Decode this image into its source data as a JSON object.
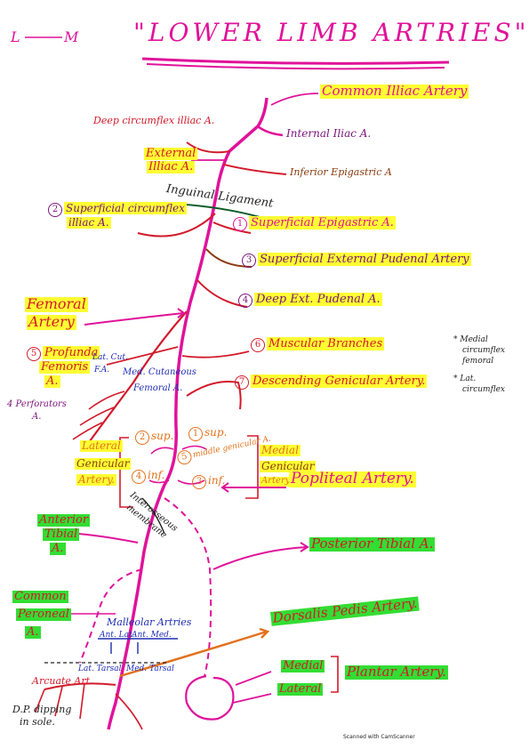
{
  "corner_mark": {
    "left": "L",
    "right": "M"
  },
  "title": "\"Lower Limb Artries\"",
  "labels": {
    "common_iliac": "Common Illiac Artery",
    "deep_circumflex": "Deep circumflex illiac A.",
    "internal_iliac": "Internal Iliac A.",
    "external_iliac_1": "External",
    "external_iliac_2": "Illiac A.",
    "inferior_epigastric": "Inferior Epigastric A",
    "inguinal_ligament": "Inguinal Ligament",
    "sup_circumflex_num": "2",
    "sup_circumflex_1": "Superficial circumflex",
    "sup_circumflex_2": "illiac A.",
    "sup_epigastric_num": "1",
    "sup_epigastric": "Superficial Epigastric A.",
    "sup_ext_pudendal_num": "3",
    "sup_ext_pudendal": "Superficial External Pudenal Artery",
    "femoral_1": "Femoral",
    "femoral_2": "Artery",
    "deep_ext_pudendal_num": "4",
    "deep_ext_pudendal": "Deep Ext. Pudenal A.",
    "profunda_num": "5",
    "profunda_1": "Profunda",
    "profunda_2": "Femoris",
    "profunda_3": "A.",
    "lat_cut": "Lat. Cut.",
    "fa": "F.A.",
    "med_cutaneous": "Med. Cutaneous",
    "femoral_a": "Femoral A.",
    "muscular_num": "6",
    "muscular": "Muscular Branches",
    "descending_num": "7",
    "descending": "Descending Genicular Artery.",
    "medial_circ_1": "* Medial",
    "medial_circ_2": "circumflex",
    "medial_circ_3": "femoral",
    "lat_circ_1": "* Lat.",
    "lat_circ_2": "circumflex",
    "perforators_1": "4 Perforators",
    "perforators_2": "A.",
    "lateral_gen_1": "Lateral",
    "lateral_gen_2": "Genicular",
    "lateral_gen_3": "Artery.",
    "sup_l_num": "2",
    "sup_l": "sup.",
    "sup_r_num": "1",
    "sup_r": "sup.",
    "inf_l_num": "4",
    "inf_l": "inf.",
    "inf_r_num": "3",
    "inf_r": "inf.",
    "middle_num": "5",
    "middle": "middle genicular A.",
    "medial_gen_1": "Medial",
    "medial_gen_2": "Genicular",
    "medial_gen_3": "Artery",
    "popliteal": "Popliteal Artery.",
    "interosseous_1": "Interosseous",
    "interosseous_2": "membrane",
    "ant_tibial_1": "Anterior",
    "ant_tibial_2": "Tibial",
    "ant_tibial_3": "A.",
    "post_tibial": "Posterior Tibial A.",
    "common_peroneal_1": "Common",
    "common_peroneal_2": "Peroneal",
    "common_peroneal_3": "A.",
    "malleolar": "Malleolar Artries",
    "ant_lat": "Ant. Lat.",
    "ant_med": "Ant. Med.",
    "dorsalis_pedis": "Dorsalis Pedis Artery.",
    "lat_tarsal": "Lat. Tarsal",
    "med_tarsal": "Med. Tarsal",
    "arcuate": "Arcuate Art.",
    "medial_plantar": "Medial",
    "lateral_plantar": "Lateral",
    "plantar": "Plantar Artery.",
    "dp_1": "D.P. dipping",
    "dp_2": "in sole.",
    "scanned": "Scanned with CamScanner"
  },
  "colors": {
    "pink": "#e0129a",
    "red": "#d21a2a",
    "orange": "#e2711b",
    "highlight_yellow": "#ffff33",
    "highlight_green": "#33dd33",
    "ligament": "#0f5f2a"
  }
}
